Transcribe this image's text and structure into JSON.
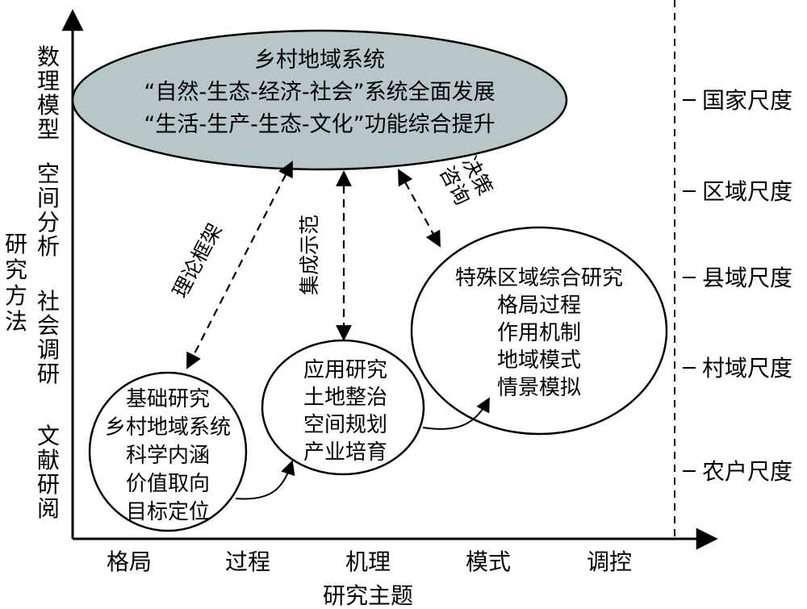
{
  "diagram": {
    "y_axis": {
      "title": "研究方法",
      "methods": [
        "数理模型",
        "空间分析",
        "社会调研",
        "文献研阅"
      ]
    },
    "x_axis": {
      "title": "研究主题",
      "ticks": [
        "格局",
        "过程",
        "机理",
        "模式",
        "调控"
      ]
    },
    "scales": [
      "国家尺度",
      "区域尺度",
      "县域尺度",
      "村域尺度",
      "农户尺度"
    ],
    "top_ellipse": {
      "lines": [
        "乡村地域系统",
        "“自然-生态-经济-社会”系统全面发展",
        "“生活-生产-生态-文化”功能综合提升"
      ],
      "fill": "#b7c7c8"
    },
    "basic_research": [
      "基础研究",
      "乡村地域系统",
      "科学内涵",
      "价值取向",
      "目标定位"
    ],
    "applied_research": [
      "应用研究",
      "土地整治",
      "空间规划",
      "产业培育"
    ],
    "special_research": [
      "特殊区域综合研究",
      "格局过程",
      "作用机制",
      "地域模式",
      "情景模拟"
    ],
    "links": {
      "theory_framework": "理论框架",
      "integration_demo": "集成示范",
      "decision_consult": "决策咨询"
    }
  }
}
